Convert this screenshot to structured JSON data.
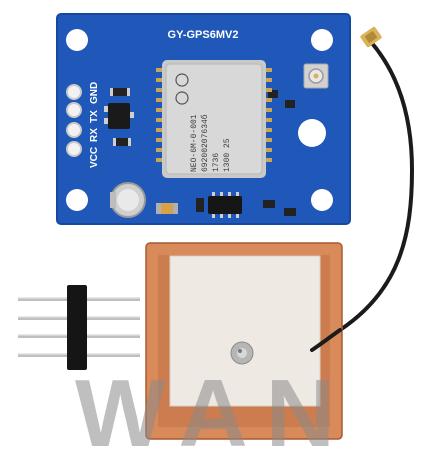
{
  "board": {
    "title": "GY-GPS6MV2",
    "pins": [
      "VCC",
      "RX",
      "TX",
      "GND"
    ],
    "color": "#1f58b8"
  },
  "module": {
    "lines": [
      "NEO-6M-0-001",
      "69200207634б",
      "1736",
      "1300  25"
    ]
  },
  "watermark": {
    "text": "WAN"
  },
  "colors": {
    "pcb": "#1f58b8",
    "antenna_copper": "#d88a5a",
    "antenna_ceramic": "#efe9e3",
    "cable": "#1b1b1b",
    "connector_gold": "#d8b35a"
  }
}
